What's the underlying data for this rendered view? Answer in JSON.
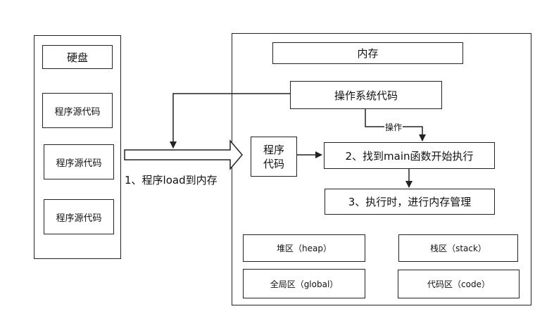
{
  "disk": {
    "title": "硬盘",
    "items": [
      "程序源代码",
      "程序源代码",
      "程序源代码"
    ]
  },
  "load_label": "1、程序load到内存",
  "memory": {
    "title": "内存",
    "os_code": "操作系统代码",
    "program_code": "程序\n代码",
    "operate_label": "操作",
    "step2": "2、找到main函数开始执行",
    "step3": "3、执行时，进行内存管理",
    "regions": {
      "heap": "堆区（heap）",
      "stack": "栈区（stack）",
      "global": "全局区（global）",
      "code": "代码区（code）"
    }
  }
}
